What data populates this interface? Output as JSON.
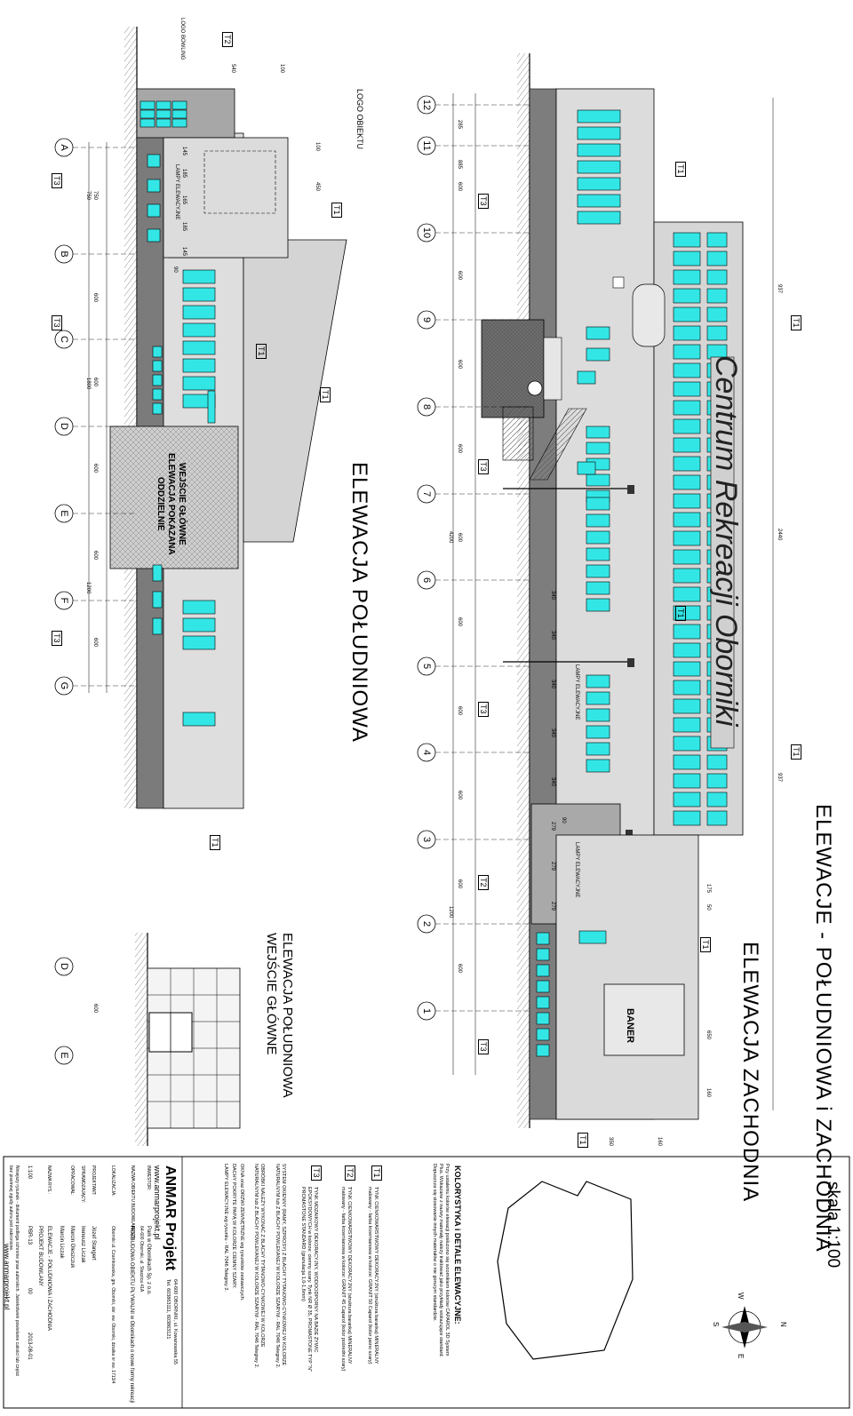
{
  "title_main": "ELEWACJE - POŁUDNIOWA i ZACHODNIA",
  "title_scale": "skala 1:100",
  "title_west": "ELEWACJA ZACHODNIA",
  "title_south": "ELEWACJA POŁUDNIOWA",
  "title_entrance": "ELEWACJA POŁUDNIOWA\nWEJŚCIE GŁÓWNE",
  "logo_obiektu": "LOGO OBIEKTU",
  "logo_bowling": "LOGO BOWLING",
  "lampy": "LAMPY ELEWACYJNE",
  "entrance_note": "WEJŚCIE GŁÓWNE\nELEWACJA POKAZANA\nODDZIELNIE",
  "sign": "Centrum Rekreacji Oborniki",
  "baner": "BANER",
  "tags": [
    "T1",
    "T2",
    "T3"
  ],
  "axes_west": [
    "12",
    "11",
    "10",
    "9",
    "8",
    "7",
    "6",
    "5",
    "4",
    "3",
    "2",
    "1"
  ],
  "axes_south": [
    "A",
    "B",
    "C",
    "D",
    "E",
    "F",
    "G"
  ],
  "axes_entrance": [
    "D",
    "E"
  ],
  "dims_west": [
    "285",
    "885",
    "600",
    "600",
    "600",
    "600",
    "600",
    "4200",
    "600",
    "600",
    "600",
    "600",
    "1200",
    "600"
  ],
  "dims_west_right": [
    "937",
    "2440",
    "937",
    "175",
    "50",
    "650",
    "160",
    "350",
    "160"
  ],
  "dims_lamps": [
    "340",
    "340",
    "340",
    "340",
    "340",
    "279",
    "279",
    "279",
    "90"
  ],
  "dims_south": [
    "540",
    "100",
    "100",
    "450",
    "145",
    "185",
    "165",
    "185",
    "145",
    "90",
    "750",
    "750",
    "600",
    "600",
    "1800",
    "600",
    "600",
    "1200",
    "600",
    "600"
  ],
  "legend": {
    "header": "KOLORYSTYKA  i  DETALE  ELEWACYJNE:",
    "intro": "Przy ustaleniu kolorów elewacji posłużono się wzornikiem kolorów CAPAROL 3D System Plus. Wskazane z nazwy materiały należy traktować jako przykłady wskazujące standard. Dopuszcza się stosowanie innych materiałów o nie gorszym standardzie.",
    "t1": "TYNK CIENKOWARSTWOWY DEKORACYJNY (struktura baranka) MINERALNY malowany - farba krzemianowa w kolorze: GRANIT 50 Caparol (kolor jasno szary)",
    "t2": "TYNK CIENKOWARSTWOWY DEKORACYJNY (struktura baranka) MINERALNY malowany - farba krzemianowa w kolorze: GRANIT 45 Caparol (kolor pośredni szary)",
    "t3": "TYNK MOZAIKOWY DEKORACYJNY, WODOODPORNY NA BAZIE ŻYWIC EPOKSYDOWYCH w kolorze: ciemny szary. Tynk NR Ø 35, PROMASTONE TYP \"N\" PROMASTONE STANDARD (granulacja 1,0-1,6mm)",
    "extra1": "SYSTEM OKIENNY (RAMY, SZPROSY) Z BLACHY TYTANOWO-CYNKOWEJ W KOLORZE NATURALNYM lub Z BLACHY POWLEKANEJ W KOLORZE SZARYM - RAL 7046 Telegrey 2.",
    "extra2": "OBRÓBKI NALEŻY WYKONAĆ Z BLACHY TYTANOWO-CYNKOWEJ W KOLORZE NATURALNYM lub Z BLACHY POWLEKANEJ W KOLORZE SZARYM - RAL 7046 Telegrey 2.",
    "extra3": "OKNA oraz DRZWI ZEWNĘTRZNE wg rysunków zestawczych.",
    "extra4": "DACHY POKRYTE PAPĄ W KOLORZE CIEMNY SZARY.",
    "extra5": "LAMPY ELEWACYJNE wg rysunku - RAL 7046 Telegrey 2.",
    "compass": [
      "N",
      "E",
      "S",
      "W"
    ]
  },
  "titleblock": {
    "company": "ANMAR Projekt",
    "address": "64-600 OBORNIKI, ul. Kowanowska 55",
    "phone": "Tel. 603863111, 603863121",
    "web": "www.anmarprojekt.pl",
    "investor_label": "INWESTOR:",
    "investor": "Park w Obornikach Sp. z o.o.",
    "investor_addr": "64-600 Oborniki, ul. Staszica 41A",
    "object_label": "NAZWA OBIEKTU BUDOWLANEGO:",
    "object": "ROZBUDOWA OBIEKTU PŁYWALNI w Obornikach o nowe formy rekreacji",
    "location_label": "LOKALIZACJA:",
    "location": "Oborniki ul. Czarnkowska, gm. Oborniki, obr. ew. Oborniki, działka nr ew. 1713/4",
    "designer_label": "PROJEKTANT:",
    "designer": "Józef Stangert",
    "verifier_label": "SPRAWDZAJĄCY:",
    "verifier": "Ireneusz Liczak",
    "author_label": "OPRACOWAŁ:",
    "author": "Marcin Oleszczuk",
    "assistant": "Marcin Liczak",
    "drawing_label": "NAZWA RYS.:",
    "drawing": "ELEWACJE - POŁUDNIOWA i ZACHODNIA",
    "phase": "PROJEKT BUDOWLANY",
    "scale": "1:100",
    "number": "PBR-13",
    "rev": "00",
    "date": "2013-08-01",
    "copyright": "Niniejszy rysunek - dokument podlega ochronie praw autorskich. Jakiekolwiek powielanie całości lub części bez pisemnej zgody autora jest zabronione.",
    "web_footer": "www.anmarprojekt.pl"
  },
  "colors": {
    "window": "#33e6e6",
    "t1": "#dcdcdc",
    "t2": "#a9a9a9",
    "t3": "#7a7a7a",
    "line": "#000000"
  }
}
